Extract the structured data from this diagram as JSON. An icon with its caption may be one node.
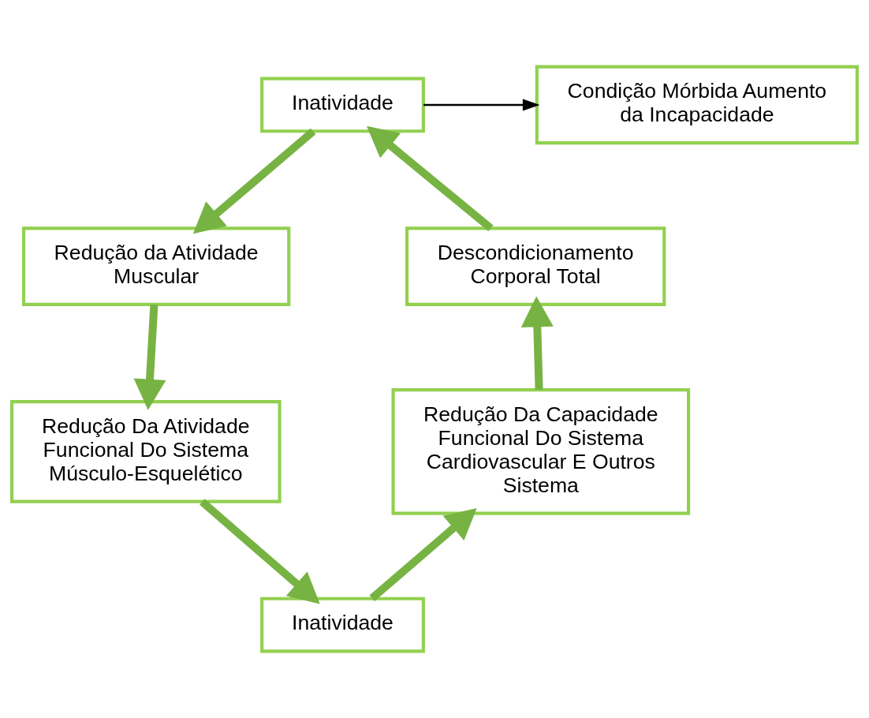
{
  "diagram": {
    "nodes": [
      {
        "text": [
          "Inatividade"
        ]
      },
      {
        "text": [
          "Condição Mórbida Aumento da Incapacidade"
        ]
      },
      {
        "text": [
          "Redução da Atividade Muscular"
        ]
      },
      {
        "text": [
          "Redução Da Atividade Funcional Do Sistema Músculo-Esquelético"
        ]
      },
      {
        "text": [
          "Inatividade"
        ]
      },
      {
        "text": [
          "Redução Da Capacidade Funcional Do Sistema Cardiovascular E Outros Sistema"
        ]
      },
      {
        "text": [
          "Descondicionamento Corporal Total"
        ]
      }
    ],
    "edges": [
      {
        "from": 0,
        "to": 1,
        "arrow": "to",
        "color": "#000000"
      },
      {
        "from": 0,
        "to": 2,
        "arrow": "to"
      },
      {
        "from": 2,
        "to": 3,
        "arrow": "to"
      },
      {
        "from": 3,
        "to": 4,
        "arrow": "to"
      },
      {
        "from": 4,
        "to": 5,
        "arrow": "to"
      },
      {
        "from": 5,
        "to": 6,
        "arrow": "to"
      },
      {
        "from": 6,
        "to": 0,
        "arrow": "to"
      }
    ]
  }
}
